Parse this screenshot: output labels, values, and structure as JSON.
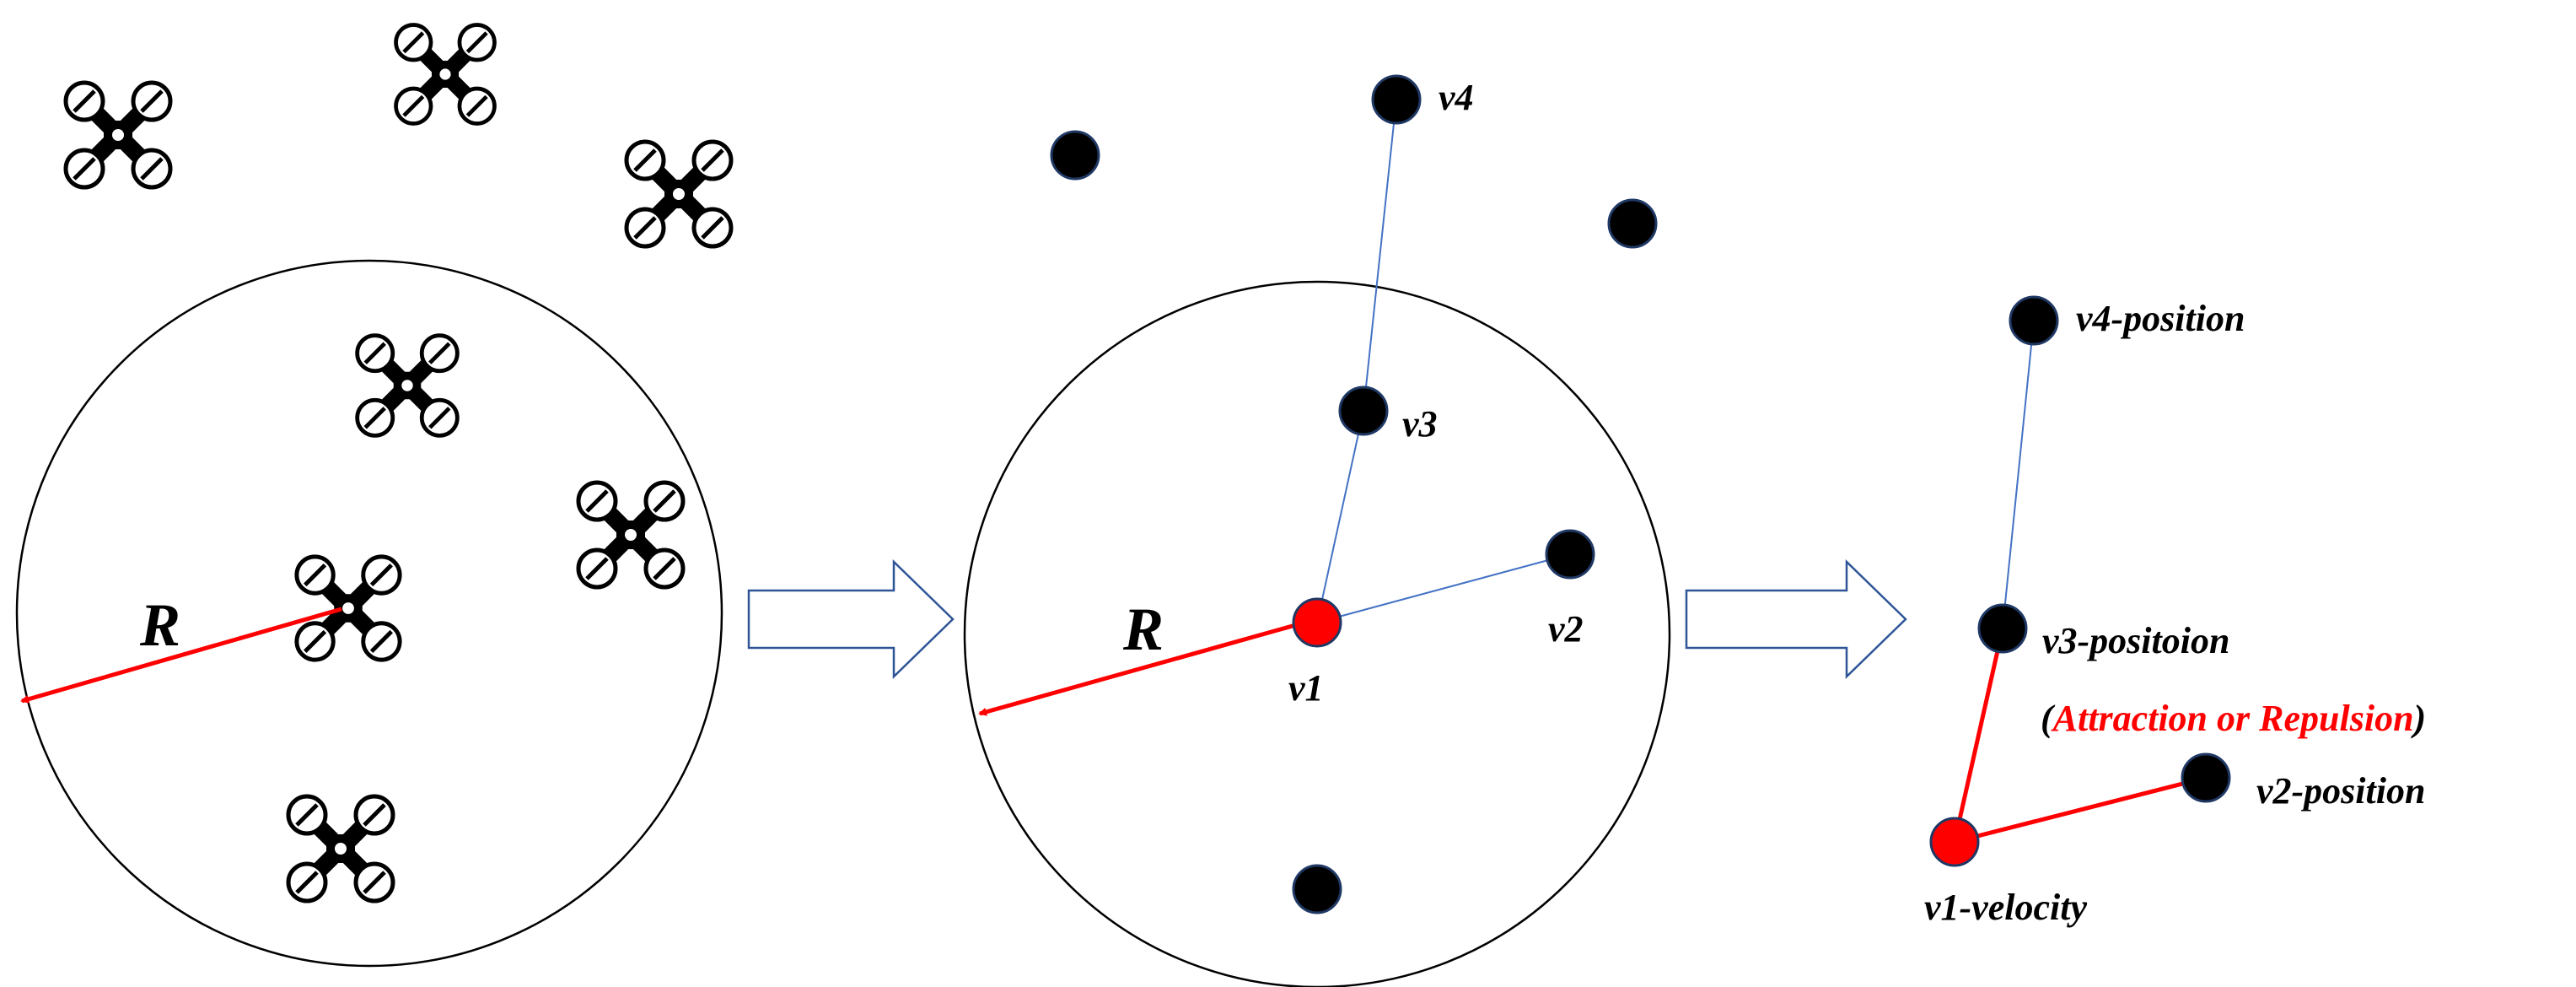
{
  "colors": {
    "accent_red": "#ff0000",
    "link_blue": "#4472c4",
    "arrow_outline": "#2f5597",
    "node_fill": "#000000",
    "node_stroke": "#1f3864"
  },
  "icons": {
    "drone": "quadcopter-drone-icon"
  },
  "panel1": {
    "radius_label": "R"
  },
  "panel2": {
    "radius_label": "R",
    "node_labels": {
      "v1": "v1",
      "v2": "v2",
      "v3": "v3",
      "v4": "v4"
    }
  },
  "panel3": {
    "labels": {
      "v4": "v4-position",
      "v3": "v3-positoion",
      "v2": "v2-position",
      "v1": "v1-velocity"
    },
    "annotation": {
      "open": "(",
      "text": "Attraction or Repulsion",
      "close": ")"
    }
  }
}
